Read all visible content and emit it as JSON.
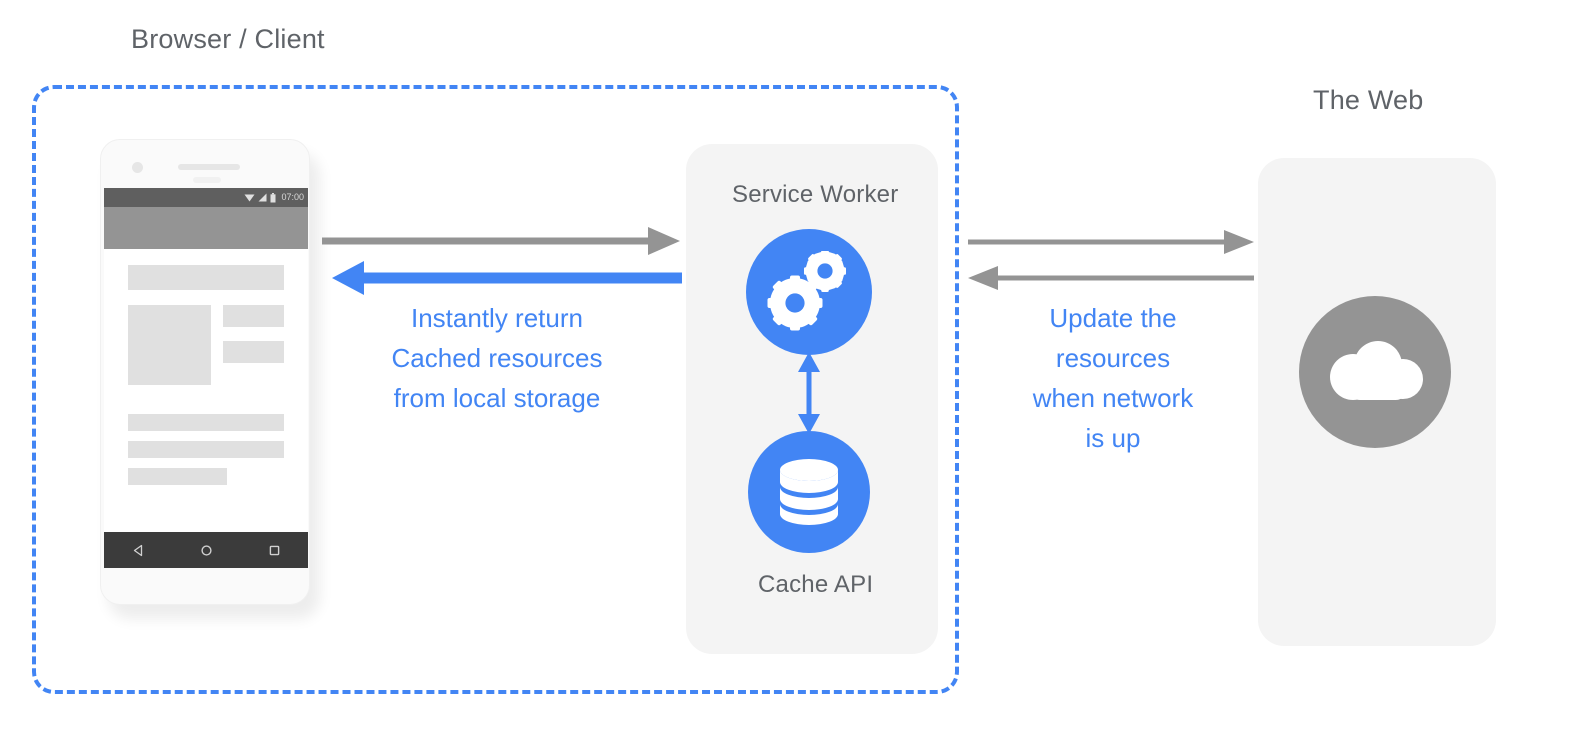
{
  "diagram": {
    "title_labels": {
      "browser_client": "Browser / Client",
      "the_web": "The Web"
    },
    "service_worker_panel": {
      "title": "Service Worker",
      "cache_title": "Cache API",
      "sw_icon": "gears-icon",
      "cache_icon": "database-icon",
      "link_icon": "double-headed-vertical-arrow-icon"
    },
    "web_panel": {
      "icon": "cloud-icon"
    },
    "phone": {
      "status_bar": {
        "time": "07:00",
        "icons": [
          "wifi-icon",
          "signal-icon",
          "battery-icon"
        ]
      },
      "nav_bar": {
        "icons": [
          "back-triangle-icon",
          "home-circle-icon",
          "recents-square-icon"
        ]
      }
    },
    "captions": {
      "left": "Instantly return\nCached resources\nfrom local storage",
      "right": "Update the\nresources\nwhen network\nis up"
    },
    "arrows": {
      "client_to_sw": "request-arrow-right",
      "sw_to_client": "cached-response-arrow-left",
      "sw_to_web": "network-request-arrow-right",
      "web_to_sw": "network-response-arrow-left"
    },
    "colors": {
      "accent_blue": "#4285f4",
      "gray": "#949494",
      "panel_bg": "#f4f4f4",
      "text_gray": "#5f6368"
    }
  }
}
